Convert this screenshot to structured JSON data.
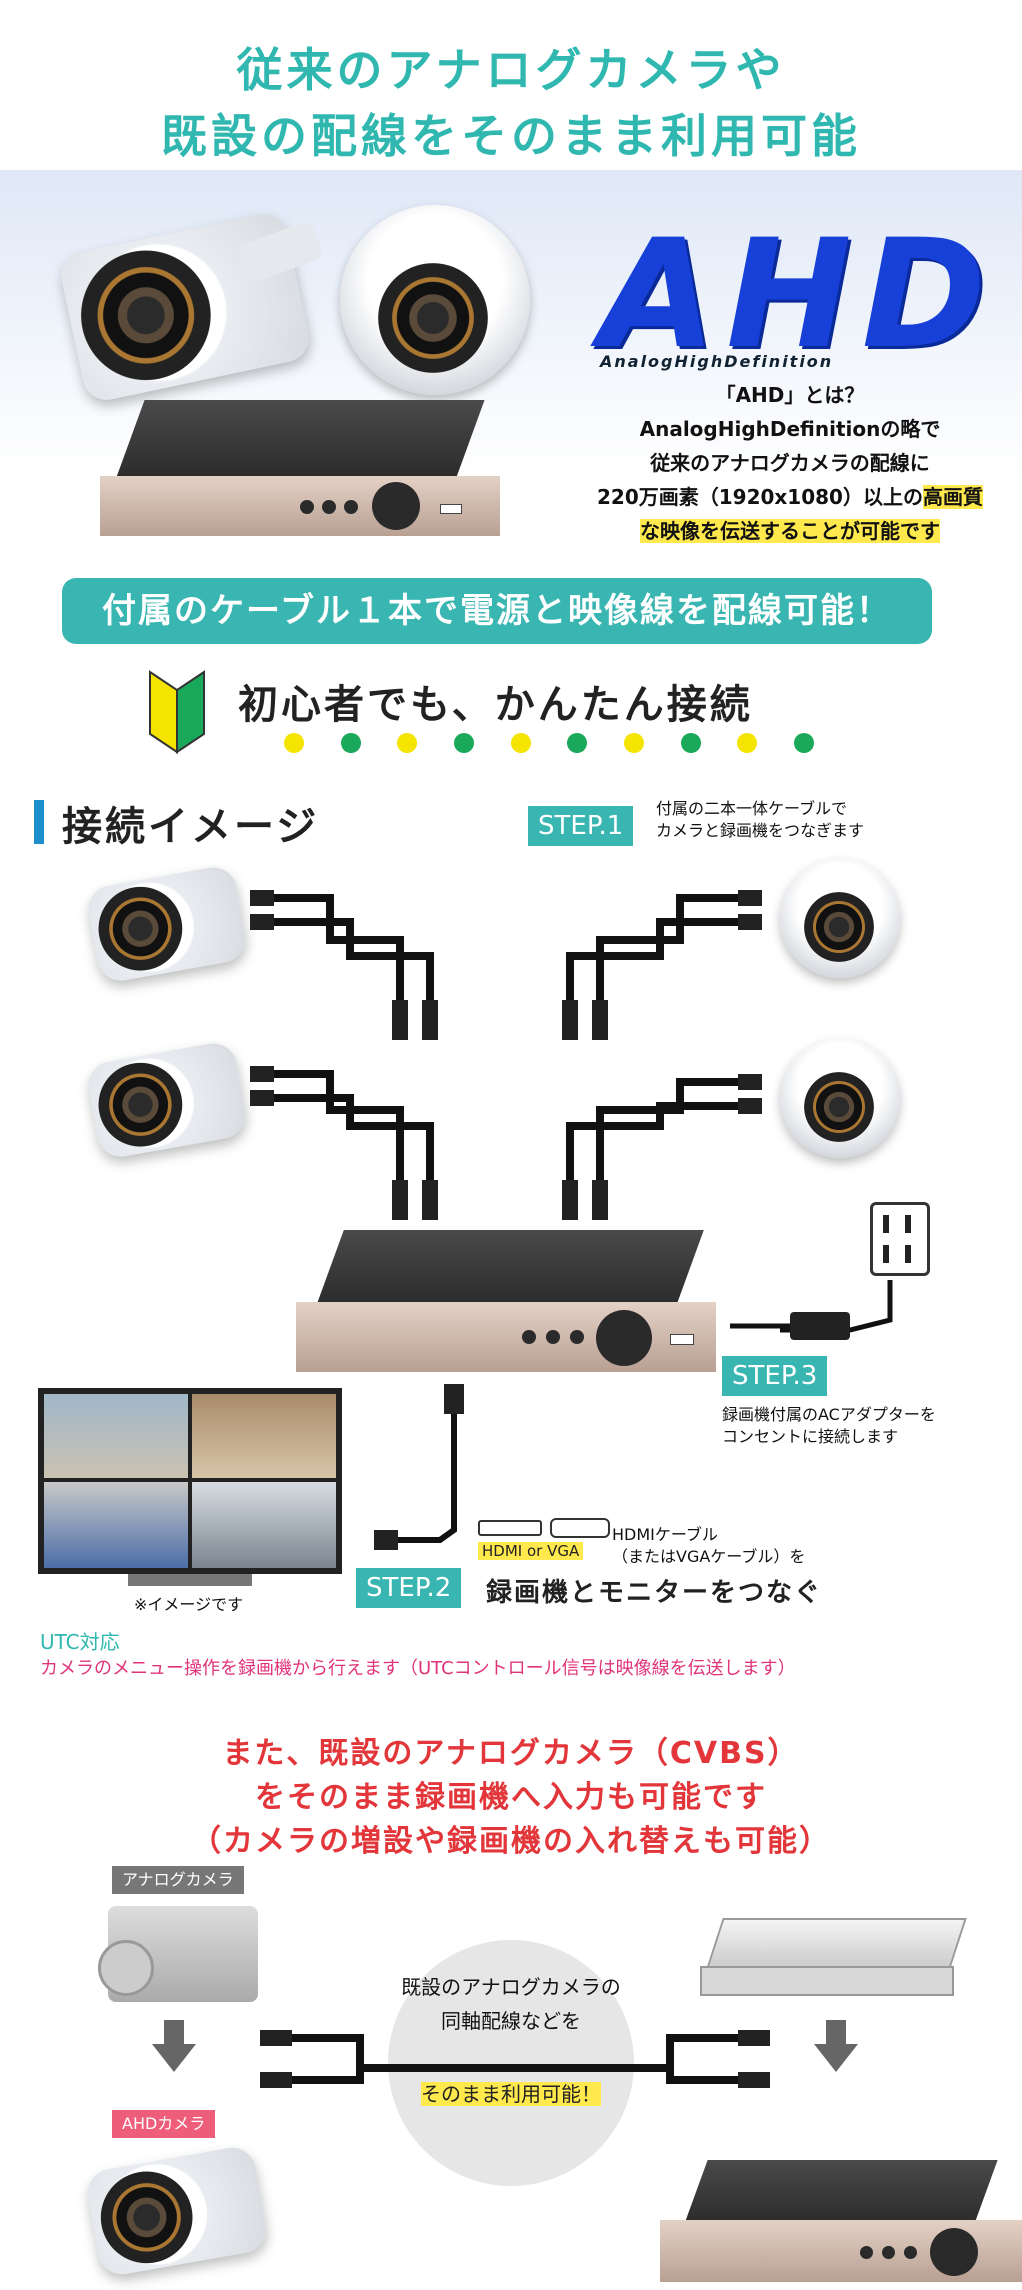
{
  "hero": {
    "title_line1": "従来のアナログカメラや",
    "title_line2": "既設の配線をそのまま利用可能",
    "logo": "AHD",
    "logo_sub": "AnalogHighDefinition",
    "text_line1": "「AHD」とは？",
    "text_line2": "AnalogHighDefinitionの略で",
    "text_line3": "従来のアナログカメラの配線に",
    "text_line4a": "220万画素（1920x1080）以上の",
    "text_line4b": "高画質",
    "text_line5": "な映像を伝送することが可能です"
  },
  "banner": {
    "text": "付属のケーブル１本で電源と映像線を配線可能！"
  },
  "beginner": {
    "text": "初心者でも、かんたん接続"
  },
  "dots": [
    "#f5e400",
    "#1aa85a",
    "#f5e400",
    "#1aa85a",
    "#f5e400",
    "#1aa85a",
    "#f5e400",
    "#1aa85a",
    "#f5e400",
    "#1aa85a"
  ],
  "connection": {
    "heading": "接続イメージ",
    "step1_label": "STEP.1",
    "step1_line1": "付属の二本一体ケーブルで",
    "step1_line2": "カメラと録画機をつなぎます",
    "step2_label": "STEP.2",
    "step2_text": "録画機とモニターをつなぐ",
    "step3_label": "STEP.3",
    "step3_line1": "録画機付属のACアダプターを",
    "step3_line2": "コンセントに接続します",
    "hdmi_label": "HDMI or VGA",
    "hdmi_line1": "HDMIケーブル",
    "hdmi_line2": "（またはVGAケーブル）を",
    "image_note": "※イメージです",
    "utc_title": "UTC対応",
    "utc_text": "カメラのメニュー操作を録画機から行えます（UTCコントロール信号は映像線を伝送します）"
  },
  "existing": {
    "title_line1": "また、既設のアナログカメラ（CVBS）",
    "title_line2": "をそのまま録画機へ入力も可能です",
    "title_line3": "（カメラの増設や録画機の入れ替えも可能）",
    "analog_tag": "アナログカメラ",
    "ahd_tag": "AHDカメラ",
    "circle_line1": "既設のアナログカメラの",
    "circle_line2": "同軸配線などを",
    "circle_line3": "そのまま利用可能！"
  },
  "colors": {
    "teal": "#3ab6b2",
    "red": "#e2363a",
    "yellow": "#ffe94d",
    "blue": "#1740d8"
  }
}
